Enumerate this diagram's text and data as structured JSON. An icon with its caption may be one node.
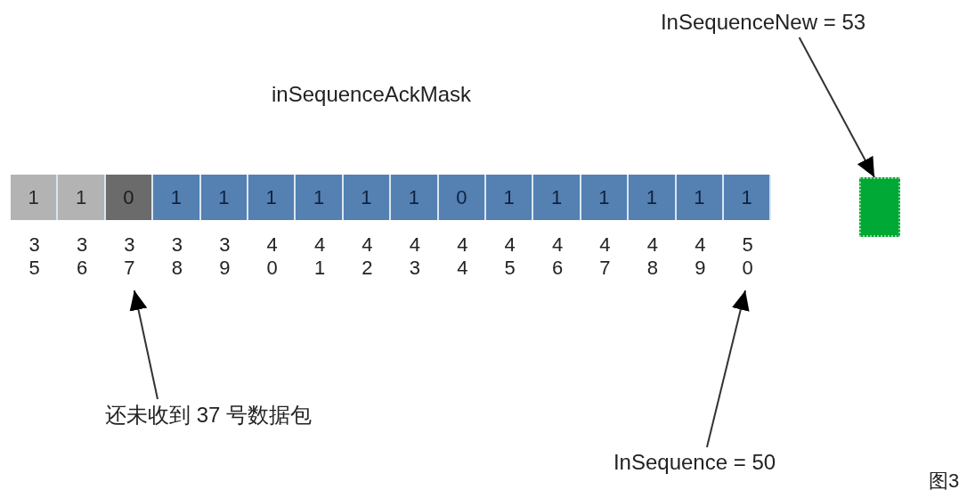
{
  "diagram": {
    "caption": "图3",
    "nodes": [
      {
        "text": [
          "1"
        ],
        "beside": [
          "35"
        ]
      },
      {
        "text": [
          "1"
        ],
        "beside": [
          "36"
        ]
      },
      {
        "text": [
          "0"
        ],
        "beside": [
          "37"
        ]
      },
      {
        "text": [
          "1"
        ],
        "beside": [
          "38"
        ]
      },
      {
        "text": [
          "1"
        ],
        "beside": [
          "39"
        ]
      },
      {
        "text": [
          "1"
        ],
        "beside": [
          "40"
        ]
      },
      {
        "text": [
          "1"
        ],
        "beside": [
          "41"
        ]
      },
      {
        "text": [
          "1"
        ],
        "beside": [
          "42"
        ]
      },
      {
        "text": [
          "1"
        ],
        "beside": [
          "43"
        ]
      },
      {
        "text": [
          "0"
        ],
        "beside": [
          "44"
        ]
      },
      {
        "text": [
          "1"
        ],
        "beside": [
          "45"
        ]
      },
      {
        "text": [
          "1"
        ],
        "beside": [
          "46"
        ]
      },
      {
        "text": [
          "1"
        ],
        "beside": [
          "47"
        ]
      },
      {
        "text": [
          "1"
        ],
        "beside": [
          "48"
        ]
      },
      {
        "text": [
          "1"
        ],
        "beside": [
          "49"
        ]
      },
      {
        "text": [
          "1"
        ],
        "beside": [
          "50"
        ]
      },
      {
        "text": [],
        "shape": "box"
      },
      {
        "text": [
          "InSequenceNew = 53"
        ]
      },
      {
        "text": [
          "还未收到 37 号数据包"
        ]
      },
      {
        "text": [
          "InSequence = 50"
        ]
      }
    ],
    "edges": [
      {
        "from": 17,
        "to": 16,
        "arrow": "to"
      },
      {
        "from": 18,
        "to": 2,
        "arrow": "to"
      },
      {
        "from": 19,
        "to": 15,
        "arrow": "to"
      }
    ],
    "labels": [
      "inSequenceAckMask"
    ]
  }
}
